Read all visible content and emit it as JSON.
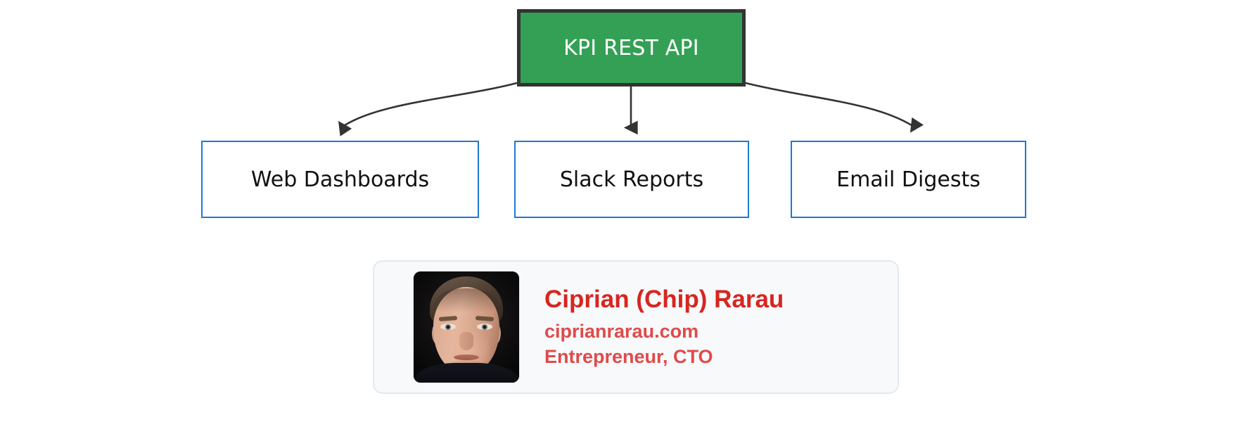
{
  "diagram": {
    "type": "flowchart",
    "direction": "top-down",
    "root": {
      "id": "kpi-rest-api",
      "label": "KPI REST API",
      "fill_color": "#34a055",
      "border_color": "#333333",
      "text_color": "#ffffff"
    },
    "children": [
      {
        "id": "web-dashboards",
        "label": "Web Dashboards",
        "fill_color": "#ffffff",
        "border_color": "#1f78d1",
        "text_color": "#111111"
      },
      {
        "id": "slack-reports",
        "label": "Slack Reports",
        "fill_color": "#ffffff",
        "border_color": "#1f78d1",
        "text_color": "#111111"
      },
      {
        "id": "email-digests",
        "label": "Email Digests",
        "fill_color": "#ffffff",
        "border_color": "#1f78d1",
        "text_color": "#111111"
      }
    ],
    "connectors": {
      "style": "curved-arrow",
      "color": "#333333",
      "arrowhead": "filled-triangle",
      "count": 3
    }
  },
  "profile_card": {
    "avatar": {
      "icon": "headshot-photo",
      "alt": "Portrait photograph of a man on a black background"
    },
    "name": "Ciprian (Chip) Rarau",
    "website": "ciprianrarau.com",
    "title": "Entrepreneur, CTO",
    "name_color": "#d8251f",
    "detail_color": "#e04a4a",
    "background_color": "#f7f9fb",
    "border_color": "#e3e9ef"
  }
}
